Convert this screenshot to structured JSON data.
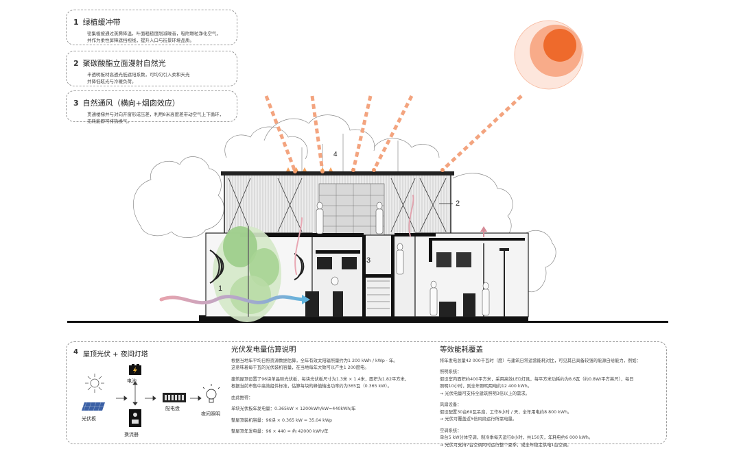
{
  "notes": [
    {
      "num": "1",
      "title": "绿植缓冲带",
      "desc": "密集植被通过蒸腾降温，叶面粗糙度削减噪音，吸附颗粒净化空气，\n并作为柔性屏障遮挡视线，提升入口与街景环境品质。"
    },
    {
      "num": "2",
      "title": "聚碳酸酯立面漫射自然光",
      "desc": "半透明板材高透光低遮阳系数，可均匀引入柔和天光\n并降低眩光与冷暖负荷。"
    },
    {
      "num": "3",
      "title": "自然通风（横向+烟囱效应）",
      "desc": "贯通楼梯井与对向开窗形成压差，利用8米高度差带动空气上下循环，\n无耗能即可排热换气。"
    }
  ],
  "section_labels": {
    "l1": "1",
    "l2": "2",
    "l3": "3",
    "l4": "4"
  },
  "colors": {
    "sun_outer": "#fde3d8",
    "sun_mid": "#f7a07a",
    "sun_core": "#ee6a2c",
    "ray": "#f3a47f",
    "wind_in": "#d9848f",
    "wind_out": "#66b7dc"
  },
  "solar": {
    "num": "4",
    "title": "屋顶光伏 + 夜间灯塔",
    "labels": {
      "pv": "光伏板",
      "battery": "电池",
      "inverter": "换流器",
      "panel": "配电盘",
      "light": "夜间照明"
    }
  },
  "pv_estimate": {
    "heading": "光伏发电量估算说明",
    "p1": "根据当地年平均日照资源数据估算，全年有效太阳辐照量约为1 200 kWh / kWp · 年。",
    "p2": "这意味着每千瓦的光伏装机容量，在当地每年大致可以产生1 200度电。",
    "p3": "建筑屋顶设置了96块单晶硅光伏板，每块光伏板尺寸为1.3米 × 1.4米，面积为1.82平方米，",
    "p4": "根据当前市售中高效组件标准，估算每块的峰值输出功率约为365瓦（0.365 kW）。",
    "p5": "由此推得：",
    "p6": "单块光伏板年发电量：0.365kW × 1200kWh/kW=440kWh/年",
    "p7": "整屋顶装机容量：96块 × 0.365 kW = 35.04 kWp",
    "p8": "整屋顶年发电量：96 × 440 ≈ 约 42000 kWh/年"
  },
  "energy": {
    "heading": "等效能耗覆盖",
    "p1": "将年发电总量42 000千瓦时（度）与建筑日常运营能耗对比，可见其已具备较强的能源自给能力，例如：",
    "p2": "照明系统：",
    "p3": "假设室内面积约400平方米，采用高效LED灯具，每平方米功耗约为8.6瓦（约0.8W/平方英尺），每日",
    "p4": "照明10小时，则全年照明用电约12 400 kWh。",
    "p5": "→ 光伏电量可支持全建筑照明3倍以上的需求。",
    "p6": "风扇设备：",
    "p7": "假设配置30台60瓦吊扇，工作8小时 / 天，全年用电约8 800 kWh。",
    "p8": "→ 光伏可覆盖近5倍风扇运行所需电量。",
    "p9": "空调系统：",
    "p10": "单台5 kW分体空调，制冷季每天运行8小时，共150天，年耗电约6 000 kWh。",
    "p11": "→ 光伏可支持7台空调同时运行整个夏季，或全年稳定供电1台空调。"
  }
}
